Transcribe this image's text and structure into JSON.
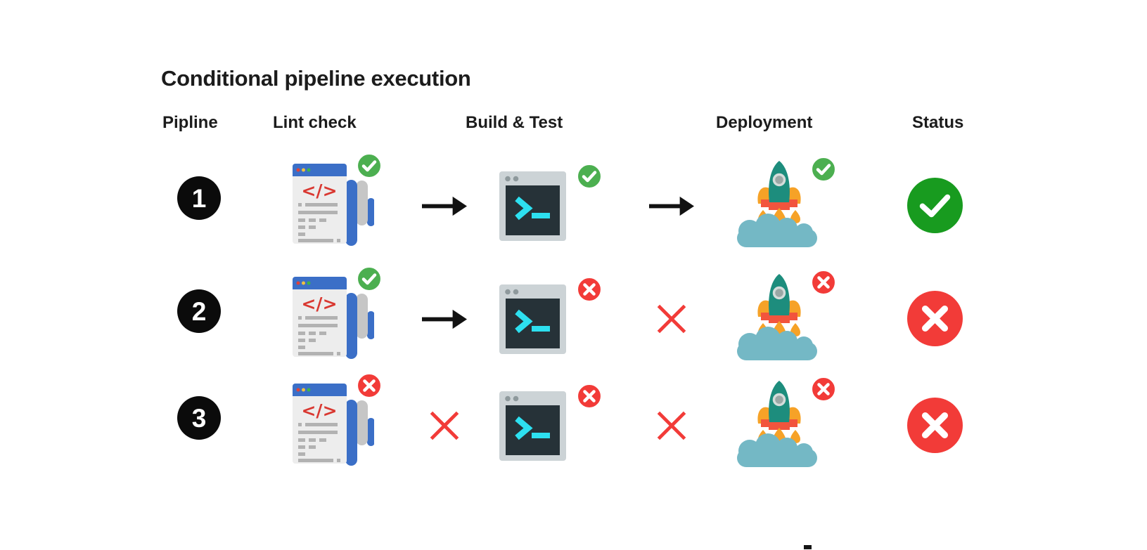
{
  "title": "Conditional pipeline execution",
  "columns": [
    {
      "label": "Pipline"
    },
    {
      "label": "Lint check"
    },
    {
      "label": "Build & Test"
    },
    {
      "label": "Deployment"
    },
    {
      "label": "Status"
    }
  ],
  "glyphs": {
    "code": "</>"
  },
  "rows": [
    {
      "number": "1",
      "lint": "pass",
      "conn1": "arrow",
      "build": "pass",
      "conn2": "arrow",
      "deploy": "pass",
      "status": "pass"
    },
    {
      "number": "2",
      "lint": "pass",
      "conn1": "arrow",
      "build": "fail",
      "conn2": "cross",
      "deploy": "fail",
      "status": "fail"
    },
    {
      "number": "3",
      "lint": "fail",
      "conn1": "cross",
      "build": "fail",
      "conn2": "cross",
      "deploy": "fail",
      "status": "fail"
    }
  ],
  "colors": {
    "badge-green": "#4caf50",
    "status-green": "#189b1f",
    "red": "#f23b38",
    "arrow-black": "#121212",
    "blue": "#3b6fc7",
    "panel-gray": "#ededed",
    "fold-gray": "#c6c6c6",
    "line-gray": "#b2b2b2",
    "code-red": "#d93831",
    "dot-red": "#e04038",
    "dot-yellow": "#f0c040",
    "dot-green": "#3cb54a",
    "term-frame": "#ccd3d6",
    "term-screen": "#263238",
    "term-cyan": "#2de0f0",
    "term-dot": "#8e999c",
    "rocket-teal": "#1d8d7d",
    "rocket-window": "#9aa7a5",
    "rocket-ring": "#d4dcda",
    "orange": "#f6a227",
    "stripe-red": "#f2543d",
    "cloud-blue": "#74b8c5",
    "number-black": "#0b0b0b",
    "text": "#1c1c1c",
    "background": "#ffffff"
  }
}
